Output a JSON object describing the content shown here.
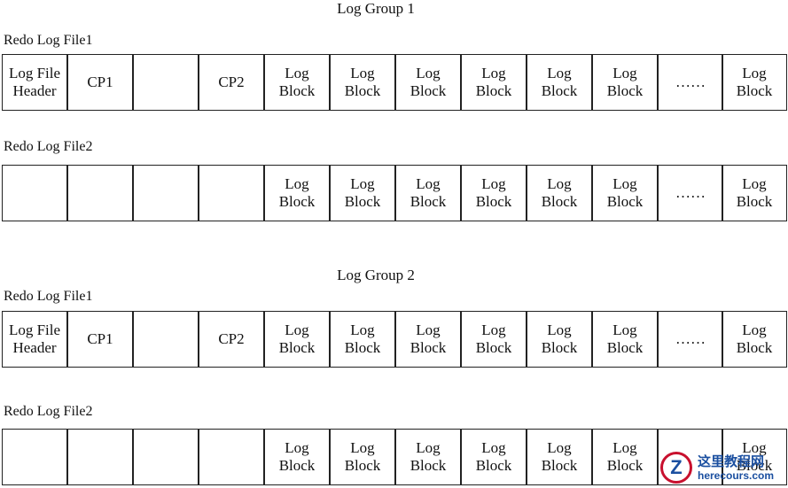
{
  "groups": [
    {
      "title": "Log Group 1",
      "files": [
        {
          "label": "Redo Log File1",
          "cells": [
            "Log File\nHeader",
            "CP1",
            "",
            "CP2",
            "Log\nBlock",
            "Log\nBlock",
            "Log\nBlock",
            "Log\nBlock",
            "Log\nBlock",
            "Log\nBlock",
            "……",
            "Log\nBlock"
          ]
        },
        {
          "label": "Redo Log File2",
          "cells": [
            "",
            "",
            "",
            "",
            "Log\nBlock",
            "Log\nBlock",
            "Log\nBlock",
            "Log\nBlock",
            "Log\nBlock",
            "Log\nBlock",
            "……",
            "Log\nBlock"
          ]
        }
      ]
    },
    {
      "title": "Log Group 2",
      "files": [
        {
          "label": "Redo Log File1",
          "cells": [
            "Log File\nHeader",
            "CP1",
            "",
            "CP2",
            "Log\nBlock",
            "Log\nBlock",
            "Log\nBlock",
            "Log\nBlock",
            "Log\nBlock",
            "Log\nBlock",
            "……",
            "Log\nBlock"
          ]
        },
        {
          "label": "Redo Log File2",
          "cells": [
            "",
            "",
            "",
            "",
            "Log\nBlock",
            "Log\nBlock",
            "Log\nBlock",
            "Log\nBlock",
            "Log\nBlock",
            "Log\nBlock",
            "",
            "Log\nBlock"
          ]
        }
      ]
    }
  ],
  "watermark": {
    "logo_letter": "Z",
    "site_name_cn": "这里教程网",
    "site_url": "herecours.com"
  }
}
